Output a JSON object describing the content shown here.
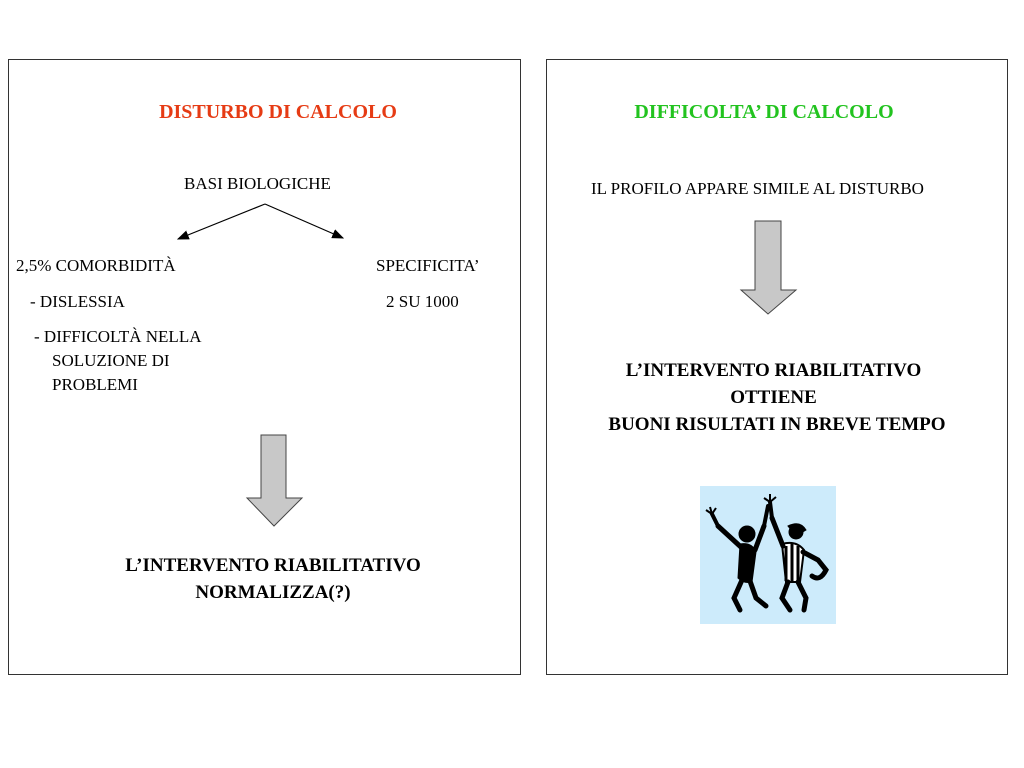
{
  "left_panel": {
    "title": "DISTURBO DI CALCOLO",
    "title_color": "#E63B14",
    "root_node": "BASI BIOLOGICHE",
    "left_branch": {
      "heading": "2,5% COMORBIDITÀ",
      "items": [
        "- DISLESSIA",
        "- DIFFICOLTÀ NELLA",
        "SOLUZIONE DI",
        "PROBLEMI"
      ]
    },
    "right_branch": {
      "heading": "SPECIFICITA’",
      "value": "2 SU 1000"
    },
    "result_line1": "L’INTERVENTO RIABILITATIVO",
    "result_line2": "NORMALIZZA(?)"
  },
  "right_panel": {
    "title": "DIFFICOLTA’ DI CALCOLO",
    "title_color": "#22C31F",
    "statement": "IL PROFILO APPARE SIMILE AL DISTURBO",
    "result_line1": "L’INTERVENTO RIABILITATIVO",
    "result_line2": "OTTIENE",
    "result_line3": "BUONI RISULTATI IN BREVE TEMPO",
    "clipart": "two-dancing-figures-icon",
    "clipart_bg": "#CDEBFB"
  },
  "arrow_color": "#C8C8C8"
}
